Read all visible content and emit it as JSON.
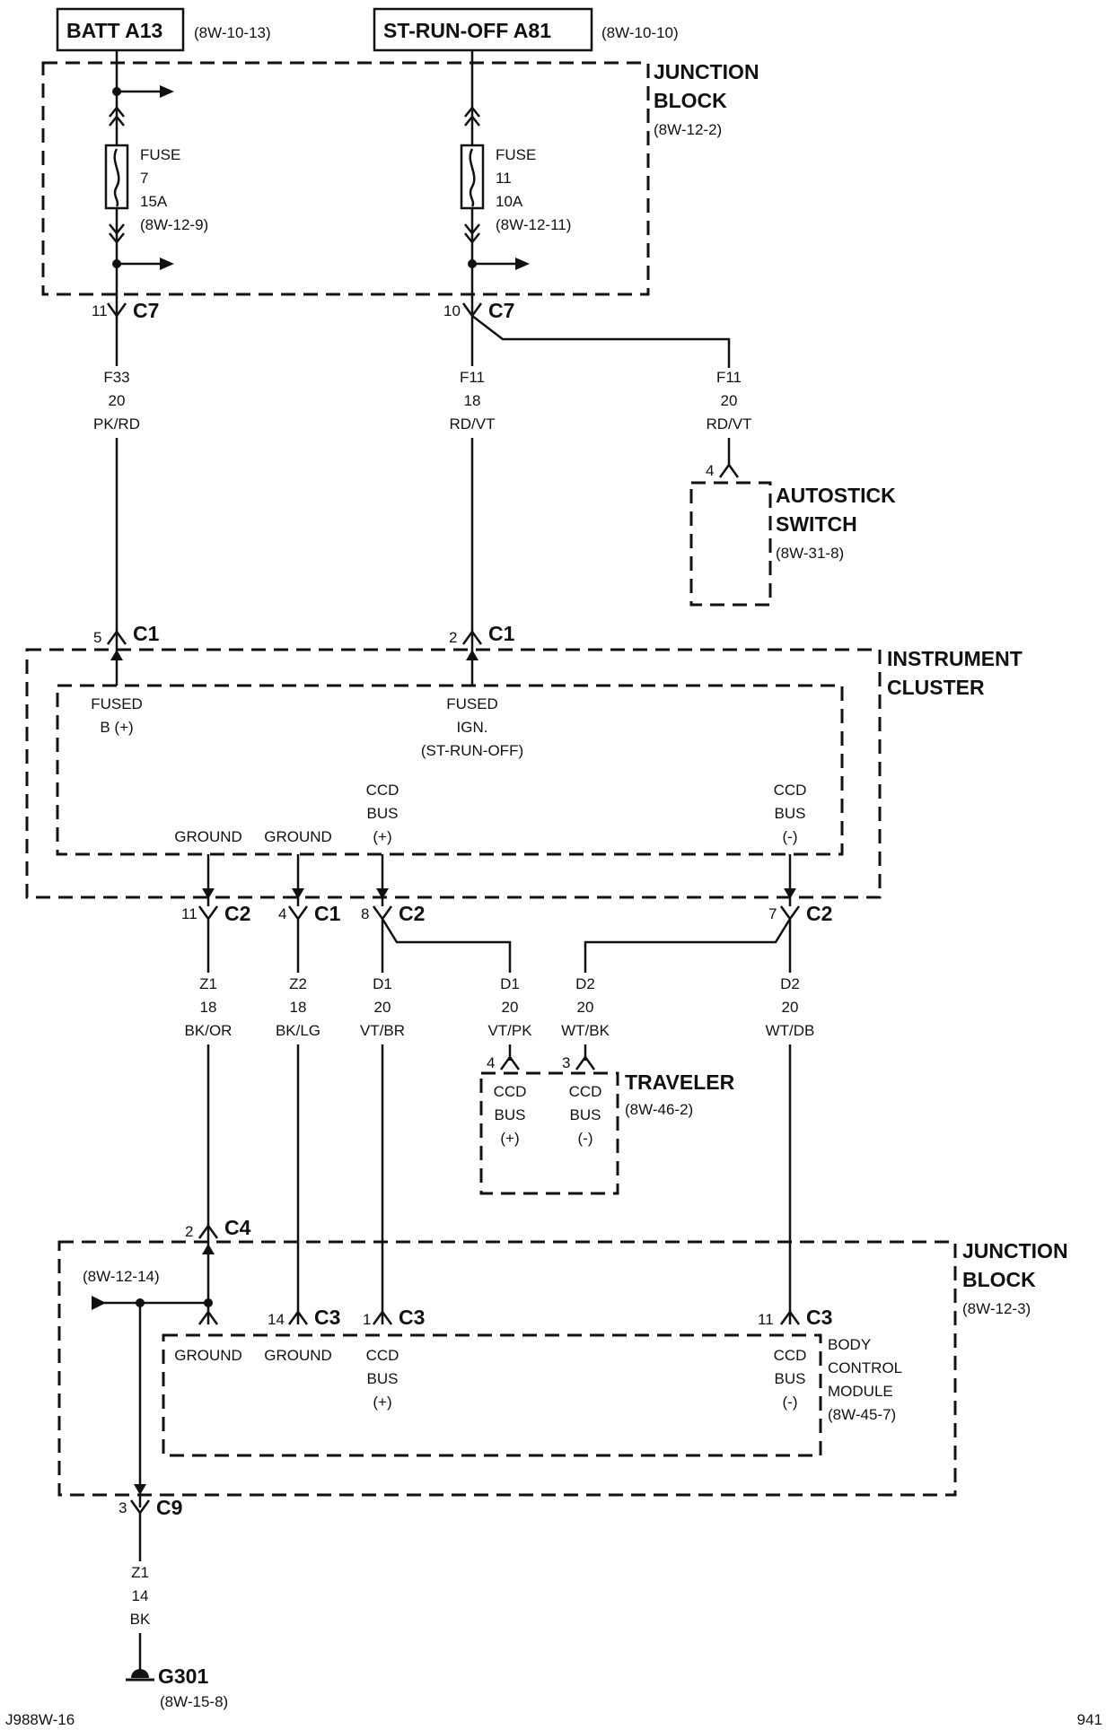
{
  "sources": [
    {
      "name": "BATT A13",
      "ref": "(8W-10-13)"
    },
    {
      "name": "ST-RUN-OFF A81",
      "ref": "(8W-10-10)"
    }
  ],
  "jb_top": {
    "line1": "JUNCTION",
    "line2": "BLOCK",
    "ref": "(8W-12-2)"
  },
  "fuse7": {
    "l1": "FUSE",
    "l2": "7",
    "l3": "15A",
    "l4": "(8W-12-9)"
  },
  "fuse11": {
    "l1": "FUSE",
    "l2": "11",
    "l3": "10A",
    "l4": "(8W-12-11)"
  },
  "c7a": {
    "pin": "11",
    "name": "C7"
  },
  "c7b": {
    "pin": "10",
    "name": "C7"
  },
  "wire_f33": {
    "circuit": "F33",
    "gauge": "20",
    "color": "PK/RD"
  },
  "wire_f11a": {
    "circuit": "F11",
    "gauge": "18",
    "color": "RD/VT"
  },
  "wire_f11b": {
    "circuit": "F11",
    "gauge": "20",
    "color": "RD/VT"
  },
  "autostick": {
    "pin": "4",
    "line1": "AUTOSTICK",
    "line2": "SWITCH",
    "ref": "(8W-31-8)"
  },
  "c1a": {
    "pin": "5",
    "name": "C1"
  },
  "c1b": {
    "pin": "2",
    "name": "C1"
  },
  "cluster": {
    "line1": "INSTRUMENT",
    "line2": "CLUSTER",
    "fused_b": [
      "FUSED",
      "B (+)"
    ],
    "fused_ign": [
      "FUSED",
      "IGN.",
      "(ST-RUN-OFF)"
    ],
    "gnd1": "GROUND",
    "gnd2": "GROUND",
    "ccd_pos": [
      "CCD",
      "BUS",
      "(+)"
    ],
    "ccd_neg": [
      "CCD",
      "BUS",
      "(-)"
    ]
  },
  "c2a": {
    "pin": "11",
    "name": "C2"
  },
  "c1c": {
    "pin": "4",
    "name": "C1"
  },
  "c2b": {
    "pin": "8",
    "name": "C2"
  },
  "c2c": {
    "pin": "7",
    "name": "C2"
  },
  "wire_z1a": {
    "circuit": "Z1",
    "gauge": "18",
    "color": "BK/OR"
  },
  "wire_z2": {
    "circuit": "Z2",
    "gauge": "18",
    "color": "BK/LG"
  },
  "wire_d1a": {
    "circuit": "D1",
    "gauge": "20",
    "color": "VT/BR"
  },
  "wire_d1b": {
    "circuit": "D1",
    "gauge": "20",
    "color": "VT/PK"
  },
  "wire_d2a": {
    "circuit": "D2",
    "gauge": "20",
    "color": "WT/BK"
  },
  "wire_d2b": {
    "circuit": "D2",
    "gauge": "20",
    "color": "WT/DB"
  },
  "traveler": {
    "name": "TRAVELER",
    "ref": "(8W-46-2)",
    "pin_pos": "4",
    "pin_neg": "3",
    "ccd_pos": [
      "CCD",
      "BUS",
      "(+)"
    ],
    "ccd_neg": [
      "CCD",
      "BUS",
      "(-)"
    ]
  },
  "c4": {
    "pin": "2",
    "name": "C4"
  },
  "jb_bottom": {
    "line1": "JUNCTION",
    "line2": "BLOCK",
    "ref": "(8W-12-3)",
    "splice_ref": "(8W-12-14)"
  },
  "bcm": {
    "lines": [
      "BODY",
      "CONTROL",
      "MODULE",
      "(8W-45-7)"
    ],
    "gnd1": "GROUND",
    "gnd2": "GROUND",
    "ccd_pos": [
      "CCD",
      "BUS",
      "(+)"
    ],
    "ccd_neg": [
      "CCD",
      "BUS",
      "(-)"
    ]
  },
  "c3a": {
    "pin": "14",
    "name": "C3"
  },
  "c3b": {
    "pin": "1",
    "name": "C3"
  },
  "c3c": {
    "pin": "11",
    "name": "C3"
  },
  "c9": {
    "pin": "3",
    "name": "C9"
  },
  "wire_z1b": {
    "circuit": "Z1",
    "gauge": "14",
    "color": "BK"
  },
  "ground": {
    "name": "G301",
    "ref": "(8W-15-8)"
  },
  "footer": {
    "left": "J988W-16",
    "right": "941"
  }
}
